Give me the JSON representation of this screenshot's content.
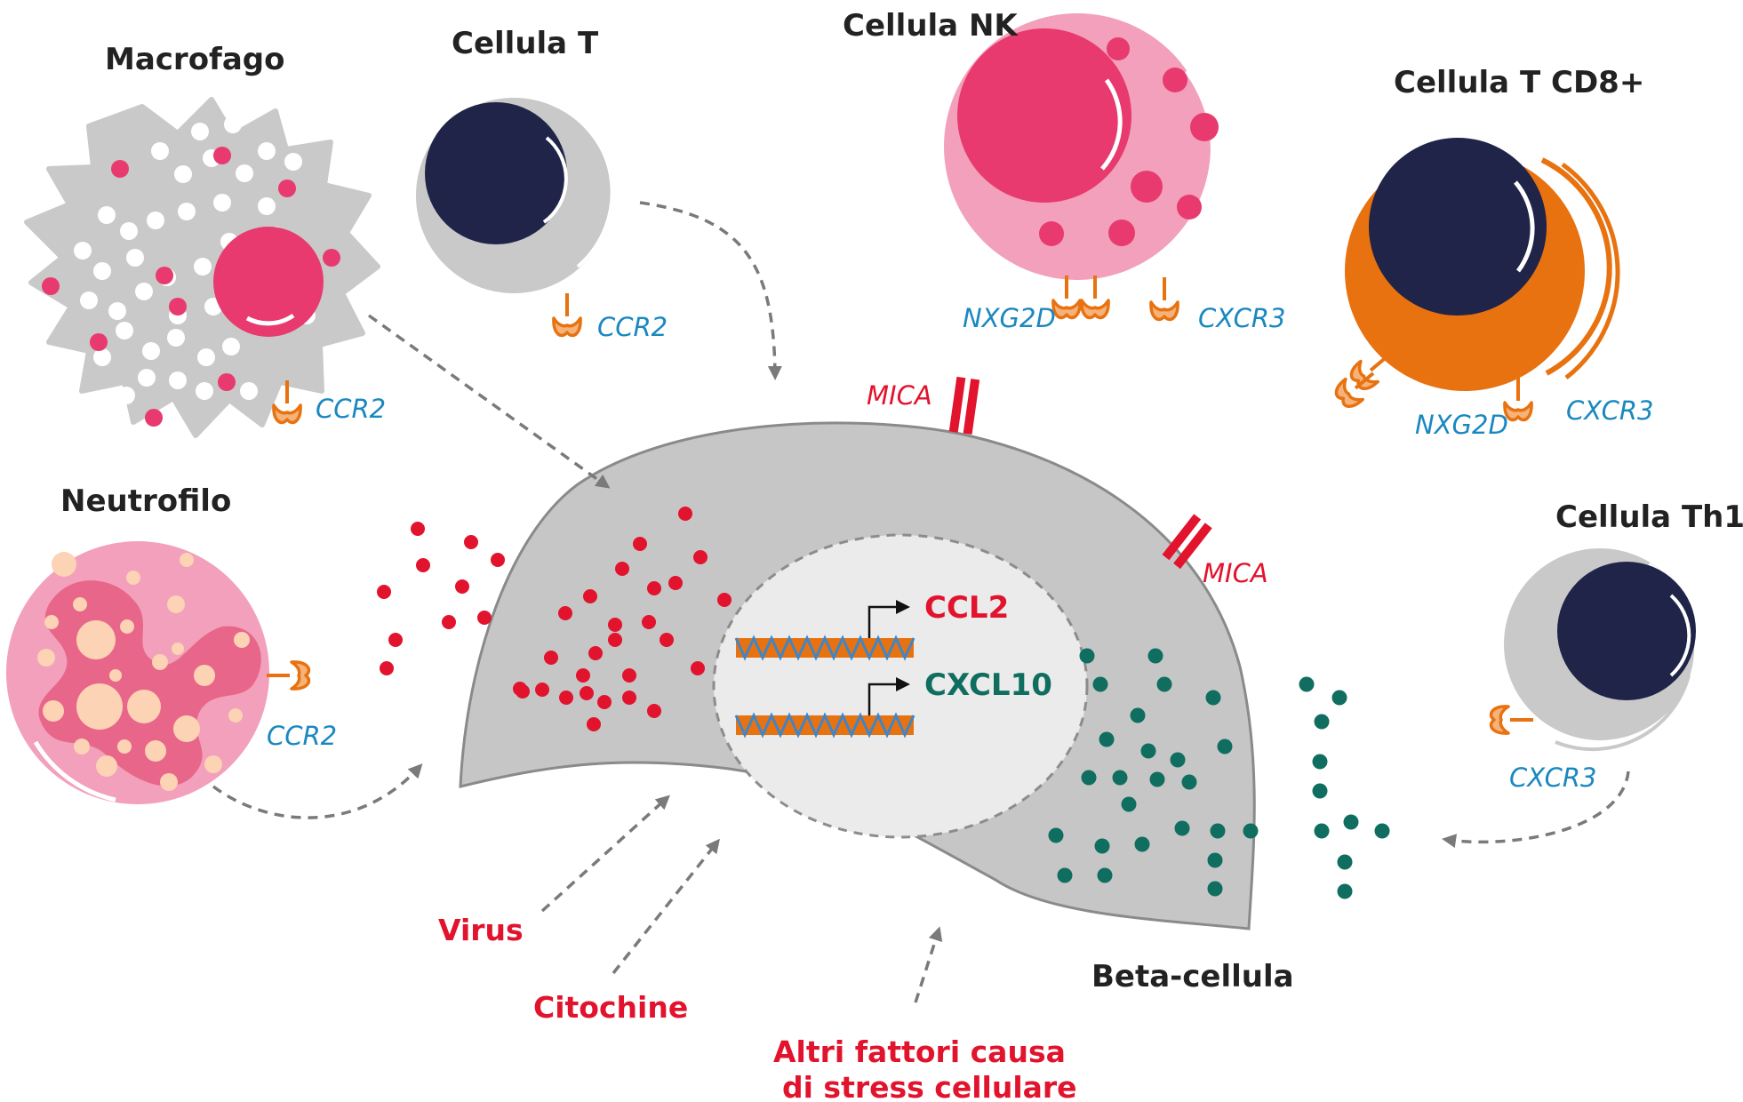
{
  "cells": {
    "macrofago": "Macrofago",
    "cellula_t": "Cellula T",
    "cellula_nk": "Cellula NK",
    "cellula_t_cd8": "Cellula T CD8+",
    "neutrofilo": "Neutrofilo",
    "cellula_th1": "Cellula Th1",
    "beta_cellula": "Beta-cellula"
  },
  "receptors": {
    "ccr2": "CCR2",
    "cxcr3": "CXCR3",
    "nxg2d": "NXG2D",
    "mica": "MICA"
  },
  "genes": {
    "ccl2": "CCL2",
    "cxcl10": "CXCL10"
  },
  "causes": {
    "virus": "Virus",
    "citochine": "Citochine",
    "altri_line1": "Altri fattori causa",
    "altri_line2": "di stress cellulare"
  },
  "colors": {
    "red": "#e2132d",
    "teal": "#0f6e5f",
    "navy": "#1f2448",
    "pink": "#e83a6e",
    "orange": "#e8720f",
    "blue_label": "#1a88c0",
    "grey_cell": "#c9c9c9"
  }
}
